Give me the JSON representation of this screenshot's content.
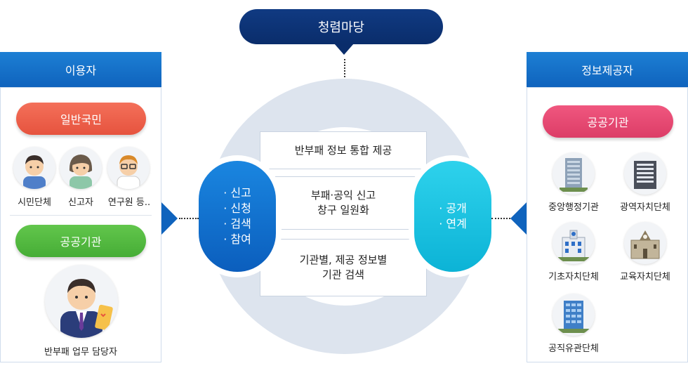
{
  "top": {
    "title": "청렴마당"
  },
  "left": {
    "header": "이용자",
    "group1": {
      "label": "일반국민",
      "items": [
        "시민단체",
        "신고자",
        "연구원 등.."
      ]
    },
    "group2": {
      "label": "공공기관",
      "items": [
        "반부패 업무 담당자"
      ]
    }
  },
  "center": {
    "left_oval": [
      "· 신고",
      "· 신청",
      "· 검색",
      "· 참여"
    ],
    "right_oval": [
      "· 공개",
      "· 연계"
    ],
    "bands": [
      {
        "line1": "반부패 정보 통합 제공",
        "line2": ""
      },
      {
        "line1": "부패·공익 신고",
        "line2": "창구 일원화"
      },
      {
        "line1": "기관별, 제공 정보별",
        "line2": "기관 검색"
      }
    ]
  },
  "right": {
    "header": "정보제공자",
    "group": {
      "label": "공공기관",
      "items": [
        "중앙행정기관",
        "광역자치단체",
        "기초자치단체",
        "교육자치단체",
        "공직유관단체"
      ]
    }
  },
  "colors": {
    "primary_blue": "#0f63bd",
    "navy": "#0a2d6b",
    "red": "#e6533e",
    "green": "#46ad36",
    "pink": "#dc3d67",
    "cyan": "#0cb3d6"
  }
}
